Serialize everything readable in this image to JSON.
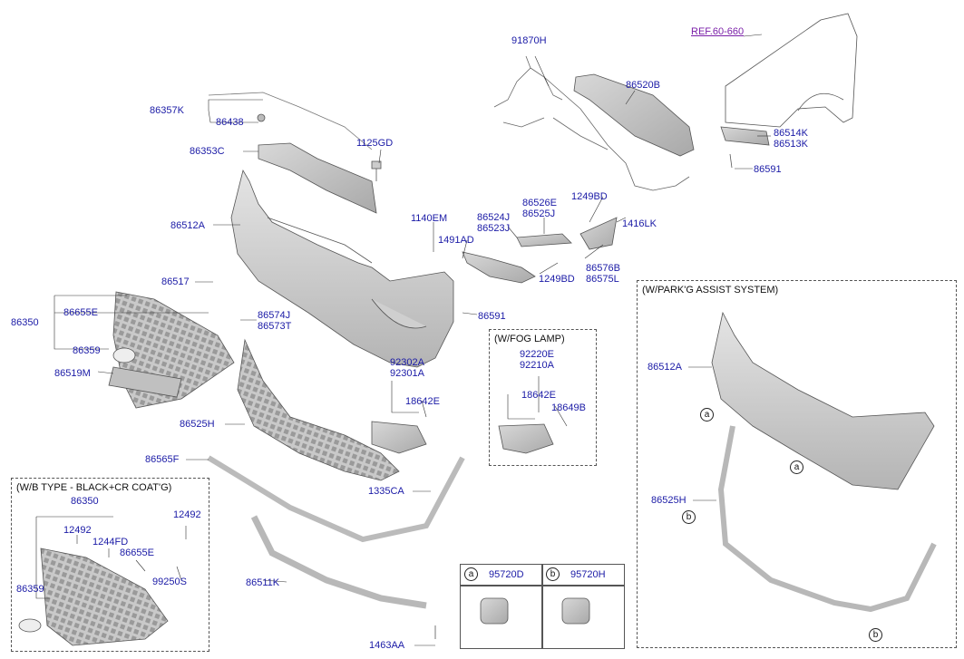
{
  "ref_label": "REF.60-660",
  "parts": {
    "p91870H": "91870H",
    "p86520B": "86520B",
    "p86357K": "86357K",
    "p86438": "86438",
    "p1125GD": "1125GD",
    "p86353C": "86353C",
    "p86514K": "86514K",
    "p86513K": "86513K",
    "p86591_top": "86591",
    "p1249BD_a": "1249BD",
    "p86526E": "86526E",
    "p86525J": "86525J",
    "p86524J": "86524J",
    "p86523J": "86523J",
    "p1140EM": "1140EM",
    "p86512A": "86512A",
    "p1416LK": "1416LK",
    "p1491AD": "1491AD",
    "p86576B": "86576B",
    "p86575L": "86575L",
    "p1249BD_b": "1249BD",
    "p86517": "86517",
    "p86655E": "86655E",
    "p86350": "86350",
    "p86574J": "86574J",
    "p86573T": "86573T",
    "p86591_mid": "86591",
    "p86359": "86359",
    "p86519M": "86519M",
    "p92302A": "92302A",
    "p92301A": "92301A",
    "p18642E": "18642E",
    "p86525H": "86525H",
    "p86565F": "86565F",
    "p1335CA": "1335CA",
    "p86511K": "86511K",
    "p1463AA": "1463AA",
    "fog_92220E": "92220E",
    "fog_92210A": "92210A",
    "fog_18642E": "18642E",
    "fog_18649B": "18649B",
    "park_86512A": "86512A",
    "park_86525H": "86525H",
    "wb_86350": "86350",
    "wb_12492_a": "12492",
    "wb_1244FD": "1244FD",
    "wb_86655E": "86655E",
    "wb_12492_b": "12492",
    "wb_99250S": "99250S",
    "wb_86359": "86359",
    "sens_95720D": "95720D",
    "sens_95720H": "95720H"
  },
  "boxes": {
    "fog": "(W/FOG LAMP)",
    "park": "(W/PARK'G ASSIST SYSTEM)",
    "wb": "(W/B TYPE - BLACK+CR COAT'G)"
  },
  "markers": {
    "a": "a",
    "b": "b"
  }
}
